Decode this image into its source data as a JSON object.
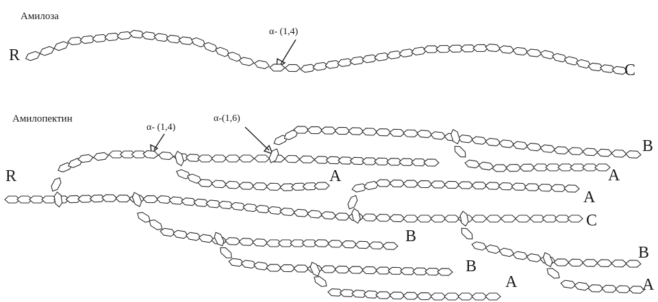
{
  "titles": {
    "amylose": "Амилоза",
    "amylopectin": "Амилопектин"
  },
  "bonds": {
    "a14_top": "α- (1,4)",
    "a14_bottom": "α- (1,4)",
    "a16": "α-(1,6)"
  },
  "ends": {
    "amylose_r": "R",
    "amylose_c": "C",
    "amylopectin_r": "R",
    "amylopectin_c": "C",
    "branch_a1": "A",
    "branch_a2": "A",
    "branch_a3": "A",
    "branch_a4": "A",
    "branch_a5": "A",
    "branch_b1": "B",
    "branch_b2": "B",
    "branch_b3": "B",
    "branch_b4": "B"
  },
  "colors": {
    "line": "#2a2a2a",
    "text": "#1a1a1a",
    "background": "#ffffff"
  }
}
